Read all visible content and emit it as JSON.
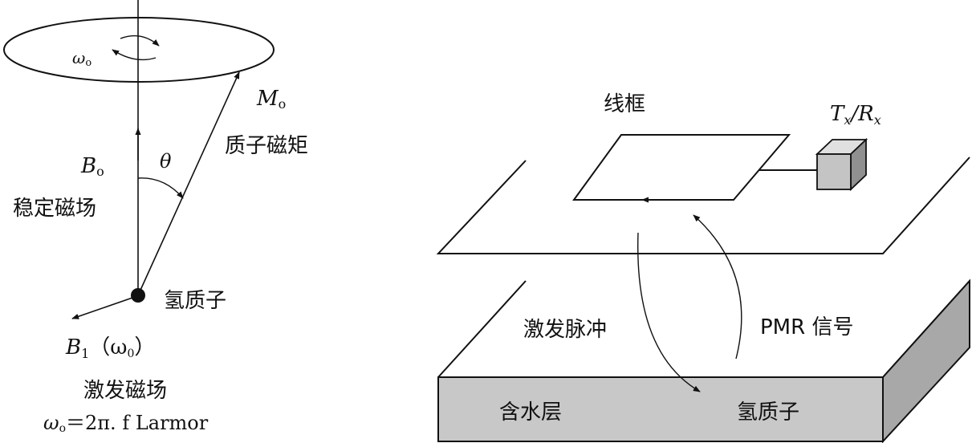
{
  "left_panel": {
    "omega_label": "ω",
    "omega_sub": "o",
    "moment_symbol": "M",
    "moment_sub": "o",
    "moment_name": "质子磁矩",
    "theta": "θ",
    "field_symbol": "B",
    "field_sub": "o",
    "field_name": "稳定磁场",
    "proton_label": "氢质子",
    "excite_symbol": "B",
    "excite_sub": "1",
    "excite_arg": "（ω",
    "excite_arg_sub": "0",
    "excite_arg_close": "）",
    "excite_name": "激发磁场",
    "larmor_lhs": "ω",
    "larmor_sub": "o",
    "larmor_rhs": "＝2π. f  Larmor"
  },
  "right_panel": {
    "coil_label": "线框",
    "txrx_T": "T",
    "txrx_x1": "x",
    "txrx_slash": "/R",
    "txrx_x2": "x",
    "pulse_label": "激发脉冲",
    "signal_label": "PMR 信号",
    "aquifer_label": "含水层",
    "proton_label": "氢质子"
  },
  "colors": {
    "line": "#111111",
    "aquifer_front": "#c8c8c8",
    "aquifer_side": "#a8a8a8",
    "box_front": "#c4c4c4",
    "box_top": "#e0e0e0",
    "box_side": "#909090"
  }
}
